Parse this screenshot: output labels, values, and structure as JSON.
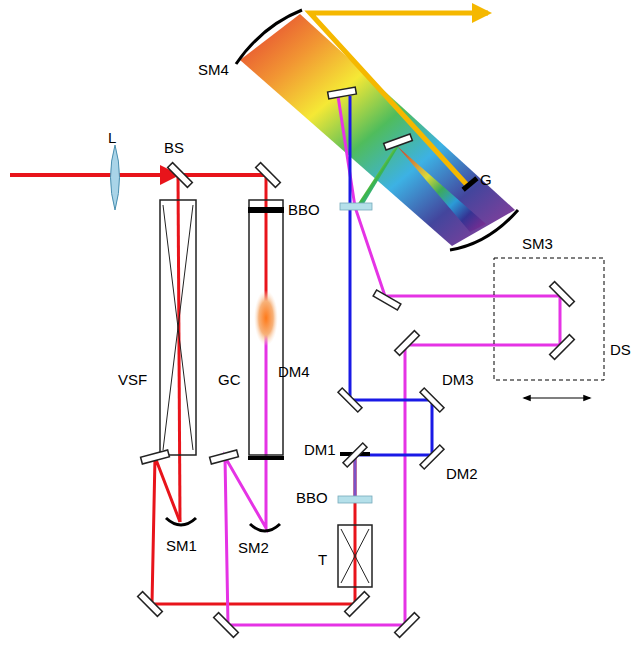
{
  "diagram": {
    "labels": [
      "L",
      "BS",
      "VSF",
      "GC",
      "BBO",
      "SM4",
      "G",
      "SM3",
      "DS",
      "DM4",
      "DM3",
      "DM1",
      "BBO",
      "DM2",
      "T",
      "SM1",
      "SM2"
    ]
  }
}
